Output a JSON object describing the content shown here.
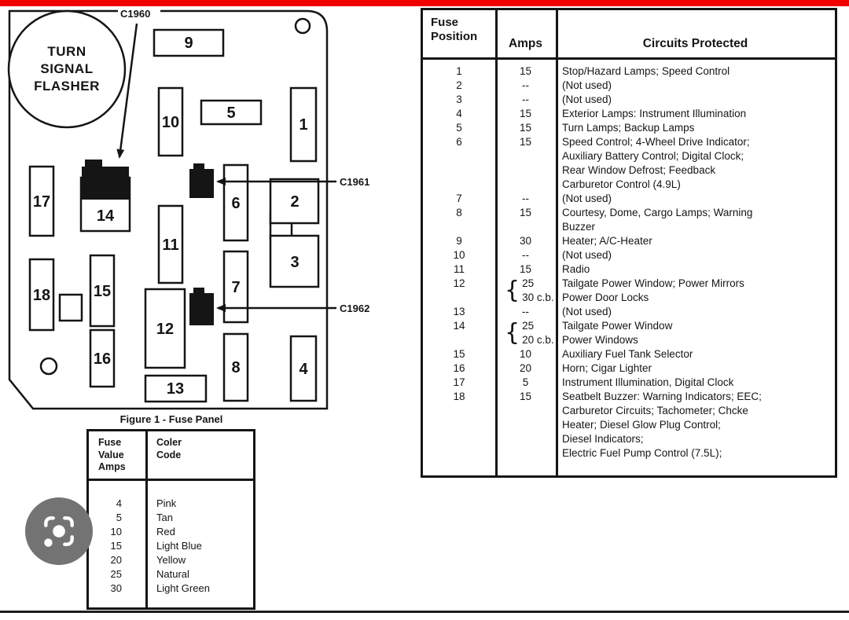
{
  "page": {
    "top_bar_color": "#f20000",
    "bottom_line_color": "#1c1c1c"
  },
  "diagram": {
    "flasher": {
      "line1": "TURN",
      "line2": "SIGNAL",
      "line3": "FLASHER"
    },
    "labels": {
      "c1960": "C1960",
      "c1961": "C1961",
      "c1962": "C1962"
    },
    "caption": "Figure 1 - Fuse Panel",
    "boxes": [
      {
        "label": "9"
      },
      {
        "label": "10"
      },
      {
        "label": "5"
      },
      {
        "label": "1"
      },
      {
        "label": "17"
      },
      {
        "label": "14"
      },
      {
        "label": "6"
      },
      {
        "label": "2"
      },
      {
        "label": "11"
      },
      {
        "label": "3"
      },
      {
        "label": "18"
      },
      {
        "label": "15"
      },
      {
        "label": "7"
      },
      {
        "label": "12"
      },
      {
        "label": "16"
      },
      {
        "label": "8"
      },
      {
        "label": "4"
      },
      {
        "label": "13"
      }
    ]
  },
  "color_code_table": {
    "header_col1": "Fuse\nValue\nAmps",
    "header_col2": "Coler\nCode",
    "rows": [
      {
        "amps": "4",
        "color": "Pink"
      },
      {
        "amps": "5",
        "color": "Tan"
      },
      {
        "amps": "10",
        "color": "Red"
      },
      {
        "amps": "15",
        "color": "Light Blue"
      },
      {
        "amps": "20",
        "color": "Yellow"
      },
      {
        "amps": "25",
        "color": "Natural"
      },
      {
        "amps": "30",
        "color": "Light Green"
      }
    ]
  },
  "fuse_table": {
    "header_col1": "Fuse\nPosition",
    "header_col2": "Amps",
    "header_col3": "Circuits Protected",
    "rows": [
      {
        "pos": "1",
        "brace": false,
        "amps": [
          "15"
        ],
        "circuits": [
          "Stop/Hazard Lamps; Speed Control"
        ]
      },
      {
        "pos": "2",
        "brace": false,
        "amps": [
          "--"
        ],
        "circuits": [
          "(Not used)"
        ]
      },
      {
        "pos": "3",
        "brace": false,
        "amps": [
          "--"
        ],
        "circuits": [
          "(Not used)"
        ]
      },
      {
        "pos": "4",
        "brace": false,
        "amps": [
          "15"
        ],
        "circuits": [
          "Exterior Lamps: Instrument Illumination"
        ]
      },
      {
        "pos": "5",
        "brace": false,
        "amps": [
          "15"
        ],
        "circuits": [
          "Turn Lamps; Backup Lamps"
        ]
      },
      {
        "pos": "6",
        "brace": false,
        "amps": [
          "15"
        ],
        "circuits": [
          "Speed Control; 4-Wheel Drive Indicator;",
          "Auxiliary Battery Control; Digital Clock;",
          "Rear Window Defrost; Feedback",
          "Carburetor Control (4.9L)"
        ]
      },
      {
        "pos": "7",
        "brace": false,
        "amps": [
          "--"
        ],
        "circuits": [
          "(Not used)"
        ]
      },
      {
        "pos": "8",
        "brace": false,
        "amps": [
          "15"
        ],
        "circuits": [
          "Courtesy, Dome, Cargo Lamps; Warning",
          "Buzzer"
        ]
      },
      {
        "pos": "9",
        "brace": false,
        "amps": [
          "30"
        ],
        "circuits": [
          "Heater; A/C-Heater"
        ]
      },
      {
        "pos": "10",
        "brace": false,
        "amps": [
          "--"
        ],
        "circuits": [
          "(Not used)"
        ]
      },
      {
        "pos": "11",
        "brace": false,
        "amps": [
          "15"
        ],
        "circuits": [
          "Radio"
        ]
      },
      {
        "pos": "12",
        "brace": true,
        "amps": [
          "25",
          "30 c.b."
        ],
        "circuits": [
          "Tailgate Power Window; Power Mirrors",
          "Power Door Locks"
        ]
      },
      {
        "pos": "13",
        "brace": false,
        "amps": [
          "--"
        ],
        "circuits": [
          "(Not used)"
        ]
      },
      {
        "pos": "14",
        "brace": true,
        "amps": [
          "25",
          "20 c.b."
        ],
        "circuits": [
          "Tailgate Power Window",
          "Power Windows"
        ]
      },
      {
        "pos": "15",
        "brace": false,
        "amps": [
          "10"
        ],
        "circuits": [
          "Auxiliary Fuel Tank Selector"
        ]
      },
      {
        "pos": "16",
        "brace": false,
        "amps": [
          "20"
        ],
        "circuits": [
          "Horn; Cigar Lighter"
        ]
      },
      {
        "pos": "17",
        "brace": false,
        "amps": [
          "5"
        ],
        "circuits": [
          "Instrument Illumination, Digital Clock"
        ]
      },
      {
        "pos": "18",
        "brace": false,
        "amps": [
          "15"
        ],
        "circuits": [
          "Seatbelt Buzzer: Warning Indicators; EEC;",
          "Carburetor Circuits; Tachometer; Chcke",
          "Heater; Diesel Glow Plug Control;",
          "Diesel Indicators;",
          "Electric Fuel Pump Control (7.5L);"
        ]
      }
    ]
  },
  "lens": {
    "background": "#737373"
  }
}
